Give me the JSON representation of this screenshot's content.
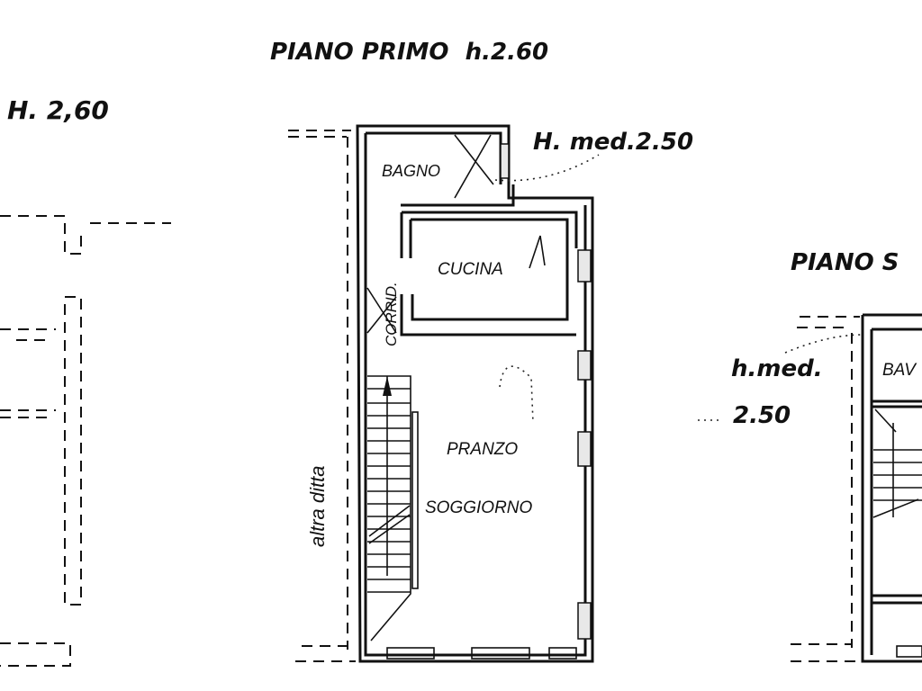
{
  "labels": {
    "left_height": "H. 2,60",
    "center_title": "PIANO PRIMO  h.2.60",
    "center_hmed": "H. med.2.50",
    "right_title": "PIANO S",
    "right_hmed_1": "h.med.",
    "right_hmed_2": "2.50",
    "neighbor": "altra ditta"
  },
  "rooms": {
    "bagno": "BAGNO",
    "cucina": "CUCINA",
    "corridoio": "CORRID.",
    "pranzo": "PRANZO",
    "soggiorno": "SOGGIORNO",
    "right_bagno": "BAV"
  }
}
